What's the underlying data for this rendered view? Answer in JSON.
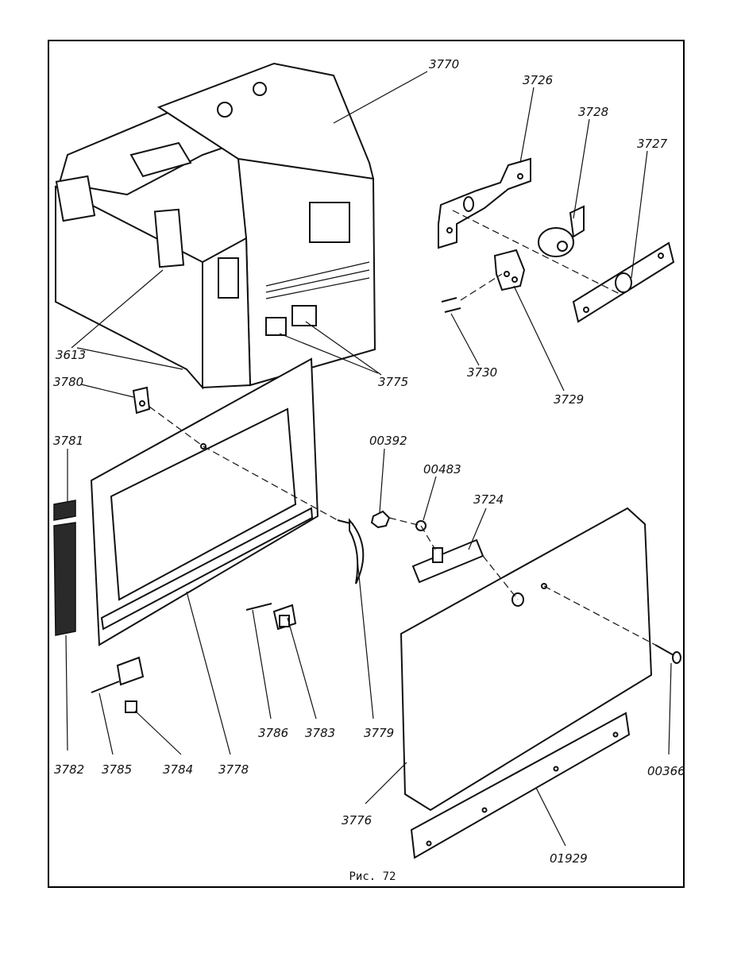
{
  "figure": {
    "caption": "Рис. 72",
    "callouts": [
      {
        "id": "3770",
        "text": "3770"
      },
      {
        "id": "3726",
        "text": "3726"
      },
      {
        "id": "3728",
        "text": "3728"
      },
      {
        "id": "3727",
        "text": "3727"
      },
      {
        "id": "3613",
        "text": "3613"
      },
      {
        "id": "3775",
        "text": "3775"
      },
      {
        "id": "3730",
        "text": "3730"
      },
      {
        "id": "3729",
        "text": "3729"
      },
      {
        "id": "3780",
        "text": "3780"
      },
      {
        "id": "3781",
        "text": "3781"
      },
      {
        "id": "00392",
        "text": "00392"
      },
      {
        "id": "00483",
        "text": "00483"
      },
      {
        "id": "3724",
        "text": "3724"
      },
      {
        "id": "3782",
        "text": "3782"
      },
      {
        "id": "3785",
        "text": "3785"
      },
      {
        "id": "3784",
        "text": "3784"
      },
      {
        "id": "3778",
        "text": "3778"
      },
      {
        "id": "3786",
        "text": "3786"
      },
      {
        "id": "3783",
        "text": "3783"
      },
      {
        "id": "3779",
        "text": "3779"
      },
      {
        "id": "00366",
        "text": "00366"
      },
      {
        "id": "3776",
        "text": "3776"
      },
      {
        "id": "01929",
        "text": "01929"
      }
    ]
  }
}
